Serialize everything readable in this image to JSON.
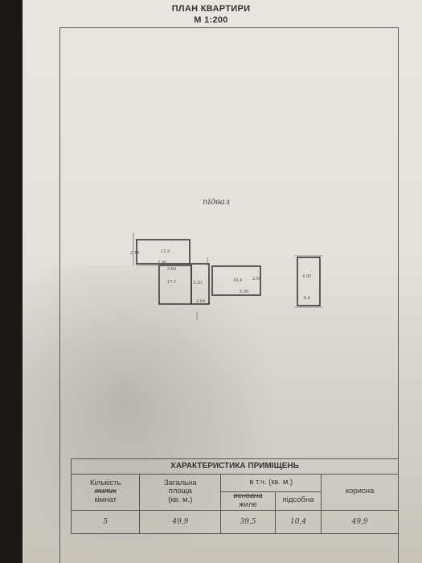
{
  "header": {
    "title": "ПЛАН КВАРТИРИ",
    "scale": "М 1:200"
  },
  "plan": {
    "basement_label": "підвал",
    "rooms": [
      {
        "area": "13,9"
      },
      {
        "area": "17,7"
      },
      {
        "area": "10,4"
      },
      {
        "area": "6,4"
      }
    ],
    "dims": [
      "2.74",
      "3.60",
      "3.90",
      "5.00",
      "4.00",
      "2.56",
      "3.20",
      "2.04"
    ]
  },
  "table": {
    "caption": "ХАРАКТЕРИСТИКА ПРИМІЩЕНЬ",
    "col_rooms": [
      "Кількість",
      "жилих",
      "кімнат"
    ],
    "col_total": [
      "Загальна",
      "площа",
      "(кв. м.)"
    ],
    "col_including": "в т.ч. (кв. м.)",
    "col_main": [
      "основна",
      "жиле"
    ],
    "col_aux": "підсобна",
    "col_useful": "корисна",
    "values": {
      "rooms": "5",
      "total": "49,9",
      "main": "39,5",
      "aux": "10,4",
      "useful": "49,9"
    }
  }
}
